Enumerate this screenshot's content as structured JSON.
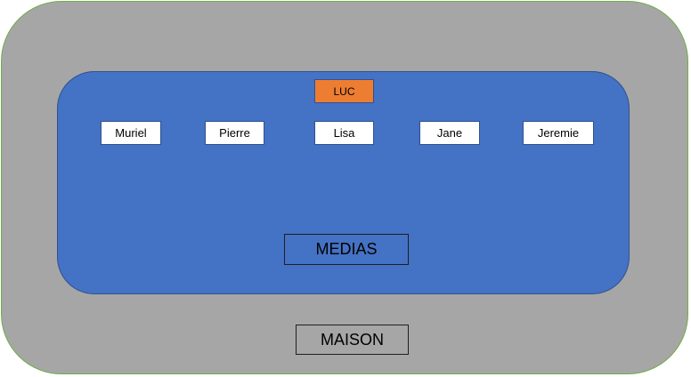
{
  "colors": {
    "outer_fill": "#a6a6a6",
    "outer_border": "#70ad47",
    "inner_fill": "#4472c4",
    "node_fill": "#ffffff",
    "highlight_fill": "#ed7d31"
  },
  "diagram": {
    "outer_label": "MAISON",
    "inner_label": "MEDIAS",
    "highlight_label": "LUC",
    "members": [
      "Muriel",
      "Pierre",
      "Lisa",
      "Jane",
      "Jeremie"
    ]
  }
}
